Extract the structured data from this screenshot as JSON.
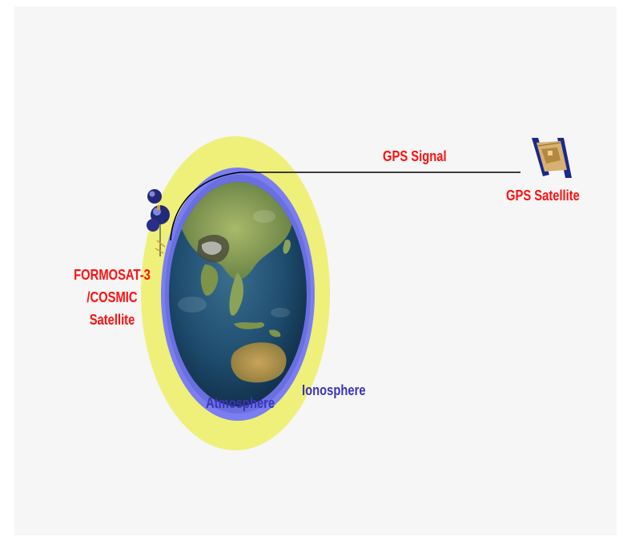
{
  "labels": {
    "gps_signal": "GPS Signal",
    "gps_satellite": "GPS Satellite",
    "formosat_lines": [
      "FORMOSAT-3",
      "/COSMIC",
      "Satellite"
    ],
    "atmosphere": "Atmosphere",
    "ionosphere": "Ionosphere"
  },
  "colors": {
    "background": "#f6f6f6",
    "label_red": "#ff1010",
    "label_blue": "#3a35b8",
    "ionosphere_fill": "#eef07a",
    "atmosphere_ring": "#7a7ef0",
    "ocean": "#1e4a6e",
    "signal_line": "#000000"
  },
  "icons": {
    "gps_satellite": "gps-satellite-icon",
    "formosat_satellite": "formosat-satellite-icon",
    "earth": "earth-globe"
  }
}
